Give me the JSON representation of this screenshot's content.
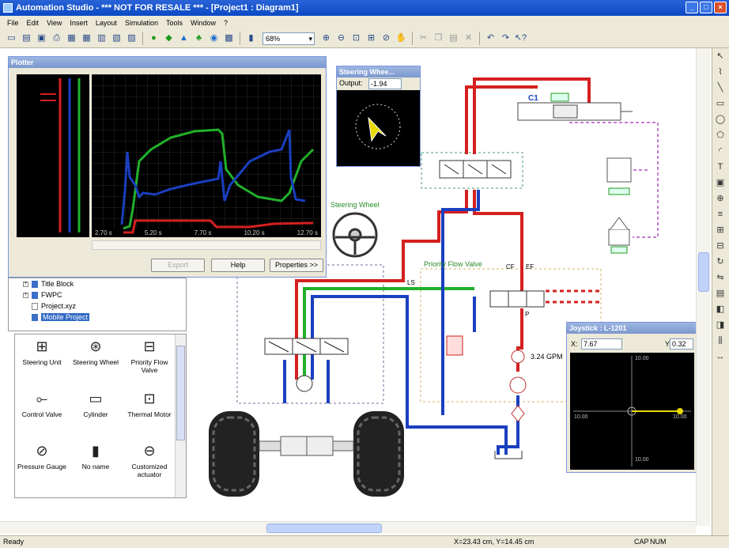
{
  "window": {
    "title": "Automation Studio - *** NOT FOR RESALE *** - [Project1 : Diagram1]"
  },
  "menu": [
    "File",
    "Edit",
    "View",
    "Insert",
    "Layout",
    "Simulation",
    "Tools",
    "Window",
    "?"
  ],
  "toolbar": {
    "zoom_value": "68%"
  },
  "plotter": {
    "title": "Plotter",
    "x_ticks": [
      "2.70 s",
      "5.20 s",
      "7.70 s",
      "10.20 s",
      "12.70 s"
    ],
    "buttons": {
      "export": "Export",
      "help": "Help",
      "properties": "Properties >>"
    }
  },
  "tree": {
    "items": [
      {
        "label": "Title Block",
        "expander": "+"
      },
      {
        "label": "FWPC",
        "expander": "+"
      },
      {
        "label": "Project.xyz",
        "expander": ""
      },
      {
        "label": "Mobile Project",
        "expander": ""
      }
    ]
  },
  "library": {
    "items": [
      {
        "label": "Steering Unit",
        "icon": "steering-unit-icon"
      },
      {
        "label": "Steering Wheel",
        "icon": "steering-wheel-icon"
      },
      {
        "label": "Priority Flow Valve",
        "icon": "priority-flow-valve-icon"
      },
      {
        "label": "Control Valve",
        "icon": "control-valve-icon"
      },
      {
        "label": "Cylinder",
        "icon": "cylinder-icon"
      },
      {
        "label": "Thermal Motor",
        "icon": "thermal-motor-icon"
      },
      {
        "label": "Pressure Gauge",
        "icon": "pressure-gauge-icon"
      },
      {
        "label": "No name",
        "icon": "no-name-icon"
      },
      {
        "label": "Customized actuator",
        "icon": "customized-actuator-icon"
      }
    ]
  },
  "steering_wheel_panel": {
    "title": "Steering Whee...",
    "output_label": "Output:",
    "output_value": "-1.94"
  },
  "joystick_panel": {
    "title": "Joystick : L-1201",
    "x_label": "X:",
    "x_value": "7.67",
    "y_label": "Y:",
    "y_value": "0.32",
    "axis_labels": {
      "top": "10.00",
      "left": "10.00",
      "right": "10.00",
      "bottom": "10.00"
    }
  },
  "diagram": {
    "label_c1": "C1",
    "label_steering_wheel": "Steering Wheel",
    "label_priority_flow_valve": "Priority Flow Valve",
    "label_flow": "3.24 GPM",
    "label_ls": "LS",
    "label_cf": "CF",
    "label_ef": "EF",
    "label_p": "P"
  },
  "status": {
    "ready": "Ready",
    "coords": "X=23.43 cm, Y=14.45 cm",
    "caps": "CAP",
    "num": "NUM"
  },
  "colors": {
    "pressure_red": "#d42020",
    "return_blue": "#1a3fbf",
    "pilot_green": "#21b02a",
    "titlebar_blue": "#0b49c4"
  }
}
